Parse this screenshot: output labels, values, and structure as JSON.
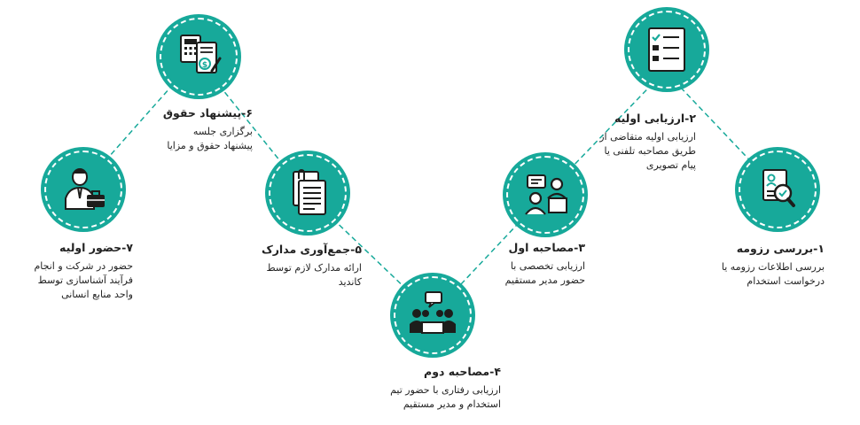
{
  "colors": {
    "accent": "#17a99a",
    "line": "#17a99a",
    "icon": "#1d1d1b",
    "icon_fill": "#ffffff"
  },
  "steps": [
    {
      "title": "۱-بررسی رزومه",
      "desc": [
        "بررسی اطلاعات رزومه یا",
        "درخواست استخدام"
      ],
      "icon": "resume-search-icon"
    },
    {
      "title": "۲-ارزیابی اولیه",
      "desc": [
        "ارزیابی اولیه متقاضی از",
        "طریق مصاحبه تلفنی یا",
        "پیام تصویری"
      ],
      "icon": "checklist-icon"
    },
    {
      "title": "۳-مصاحبه اول",
      "desc": [
        "ارزیابی تخصصی با",
        "حضور مدیر مستقیم"
      ],
      "icon": "interview-icon"
    },
    {
      "title": "۴-مصاحبه دوم",
      "desc": [
        "ارزیابی رفتاری با حضور تیم",
        "استخدام و مدیر مستقیم"
      ],
      "icon": "meeting-icon"
    },
    {
      "title": "۵-جمع‌آوری مدارک",
      "desc": [
        "ارائه مدارک لازم توسط",
        "کاندید"
      ],
      "icon": "documents-icon"
    },
    {
      "title": "۶-پیشنهاد حقوق",
      "desc": [
        "برگزاری جلسه",
        "پیشنهاد حقوق و مزایا"
      ],
      "icon": "salary-calculator-icon"
    },
    {
      "title": "۷-حضور اولیه",
      "desc": [
        "حضور در شرکت و انجام",
        "فرآیند آشناسازی توسط",
        "واحد منابع انسانی"
      ],
      "icon": "employee-briefcase-icon"
    }
  ]
}
